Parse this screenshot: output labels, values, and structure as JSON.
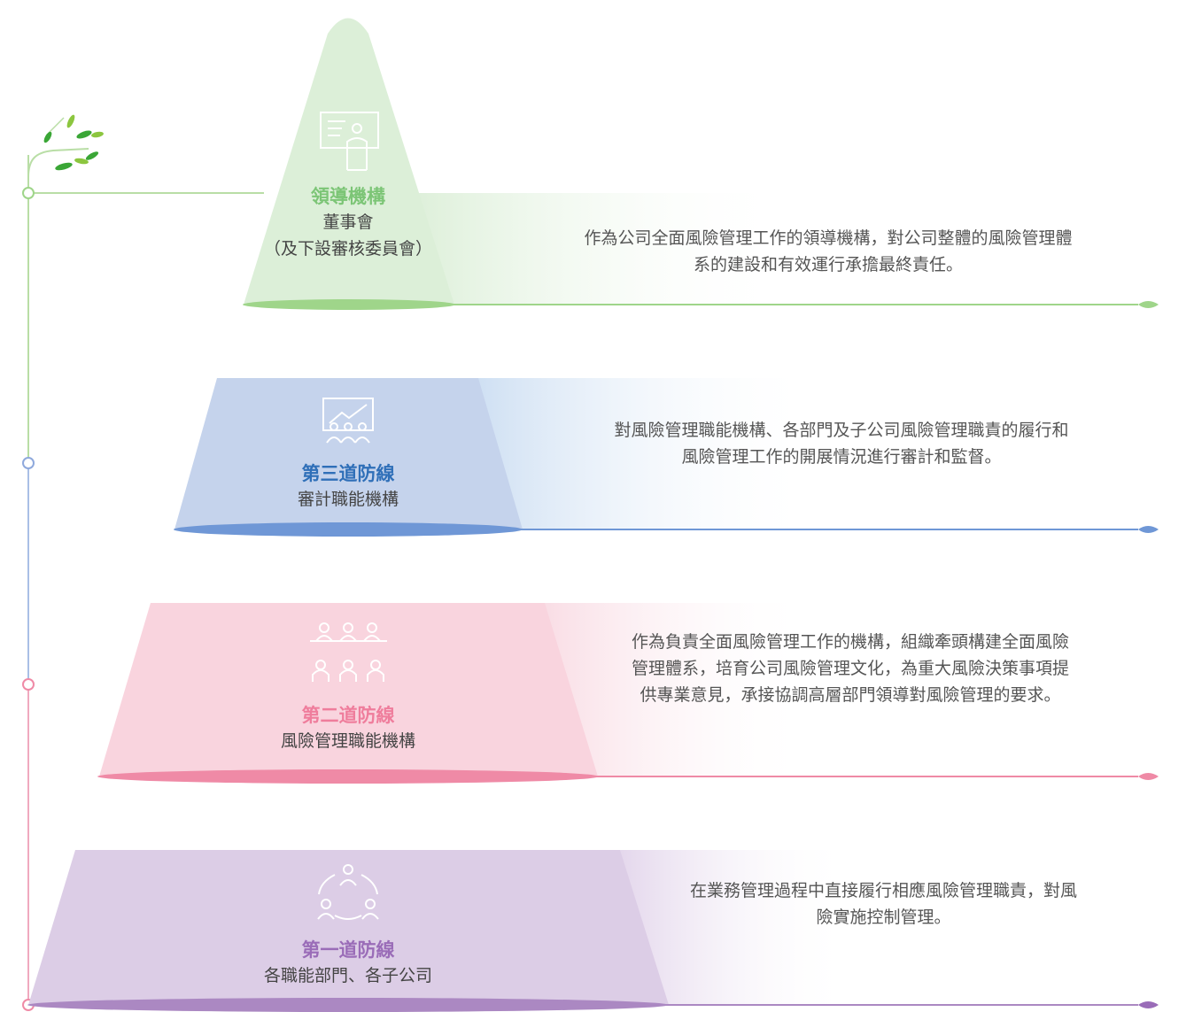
{
  "levels": [
    {
      "title": "領導機構",
      "subtitle": "董事會",
      "subtitle2": "（及下設審核委員會）",
      "description": "作為公司全面風險管理工作的領導機構，對公司整體的風險管理體\n系的建設和有效運行承擔最終責任。",
      "icon": "presentation-icon",
      "color": "#8fd48a"
    },
    {
      "title": "第三道防線",
      "subtitle": "審計職能機構",
      "description": "對風險管理職能機構、各部門及子公司風險管理職責的履行和\n風險管理工作的開展情況進行審計和監督。",
      "icon": "chart-audience-icon",
      "color": "#6f97d6"
    },
    {
      "title": "第二道防線",
      "subtitle": "風險管理職能機構",
      "description": "作為負責全面風險管理工作的機構，組織牽頭構建全面風險\n管理體系，培育公司風險管理文化，為重大風險決策事項提\n供專業意見，承接協調高層部門領導對風險管理的要求。",
      "icon": "meeting-group-icon",
      "color": "#ef8aa6"
    },
    {
      "title": "第一道防線",
      "subtitle": "各職能部門、各子公司",
      "description": "在業務管理過程中直接履行相應風險管理職責，對風\n險實施控制管理。",
      "icon": "team-circle-icon",
      "color": "#ab88c2"
    }
  ],
  "title_colors": [
    "#7cc576",
    "#2f6fb8",
    "#ef7d9c",
    "#9a6cb8"
  ],
  "decoration_icon": "leaf-branch-icon"
}
